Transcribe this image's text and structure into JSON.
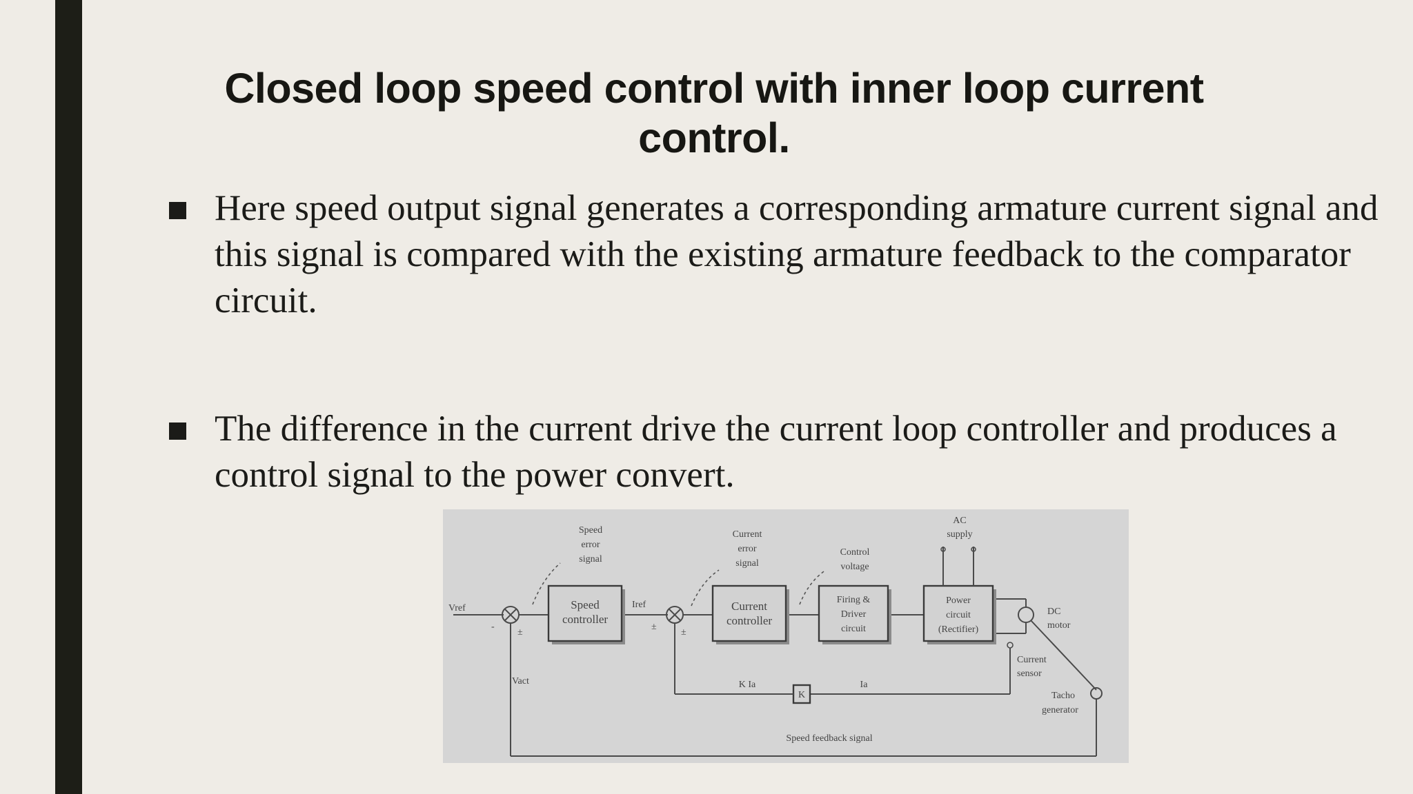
{
  "slide": {
    "title": "Closed loop speed control with inner loop current control.",
    "bullets": [
      "Here speed output signal generates a corresponding armature current signal and this signal is compared with the existing armature feedback to the comparator circuit.",
      "The difference in the current drive the current loop controller and produces a control signal to the power convert."
    ]
  },
  "diagram": {
    "blocks": {
      "speed_controller": [
        "Speed",
        "controller"
      ],
      "current_controller": [
        "Current",
        "controller"
      ],
      "firing_driver": [
        "Firing &",
        "Driver",
        "circuit"
      ],
      "power_circuit": [
        "Power",
        "circuit",
        "(Rectifier)"
      ],
      "k_block": "K"
    },
    "labels": {
      "speed_error": [
        "Speed",
        "error",
        "signal"
      ],
      "current_error": [
        "Current",
        "error",
        "signal"
      ],
      "control_voltage": [
        "Control",
        "voltage"
      ],
      "ac_supply": [
        "AC",
        "supply"
      ],
      "dc_motor": [
        "DC",
        "motor"
      ],
      "current_sensor": [
        "Current",
        "sensor"
      ],
      "tacho_generator": [
        "Tacho",
        "generator"
      ],
      "vref": "Vref",
      "vact": "Vact",
      "iref": "Iref",
      "k_ia": "K Ia",
      "ia": "Ia",
      "speed_feedback": "Speed feedback signal",
      "plus_minus": "±",
      "minus": "-"
    }
  }
}
